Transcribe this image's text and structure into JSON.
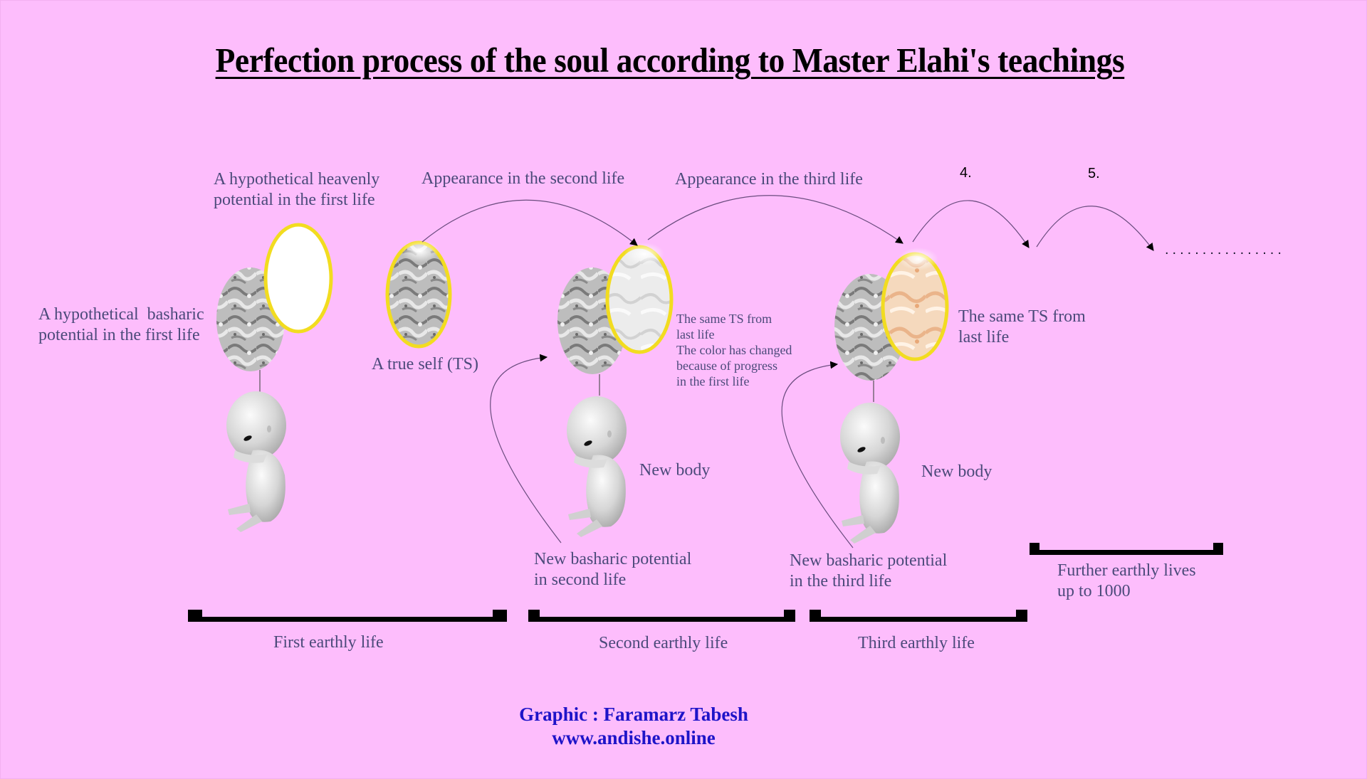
{
  "title": "Perfection process of the soul according to Master Elahi's teachings",
  "colors": {
    "background": "#fdbdfc",
    "label_text": "#4b4a7a",
    "credit_text": "#1e14c8",
    "halo_yellow": "#f2dc20",
    "progress_peach": "#f5cfa8"
  },
  "labels": {
    "heavenly_potential": [
      "A hypothetical heavenly",
      "potential in the first life"
    ],
    "basharic_potential": [
      "A hypothetical  basharic",
      "potential in the first life"
    ],
    "true_self": "A true self (TS)",
    "appearance_second": "Appearance in the second life",
    "appearance_third": "Appearance in the third life",
    "step_4": "4.",
    "step_5": "5.",
    "continuation_dots": "................",
    "same_ts_second": [
      "The same TS from",
      "last life",
      "The color has changed",
      "because of progress",
      "in the first life"
    ],
    "same_ts_third": [
      "The same TS from",
      "last life"
    ],
    "new_body_second": "New body",
    "new_body_third": "New body",
    "new_basharic_second": [
      "New basharic potential",
      "in second life"
    ],
    "new_basharic_third": [
      "New basharic potential",
      "in the third life"
    ]
  },
  "lives": [
    {
      "label": "First earthly life"
    },
    {
      "label": "Second earthly life"
    },
    {
      "label": "Third earthly life"
    },
    {
      "label": "Further earthly lives up to 1000",
      "lines": [
        "Further earthly lives",
        "up to 1000"
      ]
    }
  ],
  "credit": {
    "graphic": "Graphic : Faramarz Tabesh",
    "website": "www.andishe.online"
  }
}
